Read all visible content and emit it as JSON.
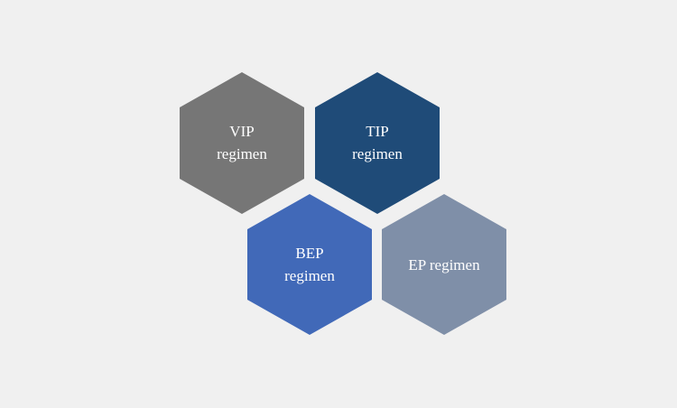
{
  "background": "#f0f0f0",
  "hexagons": [
    {
      "id": "vip",
      "lines": [
        "VIP",
        "regimen"
      ],
      "color": "#767676"
    },
    {
      "id": "tip",
      "lines": [
        "TIP",
        "regimen"
      ],
      "color": "#1f4b78"
    },
    {
      "id": "bep",
      "lines": [
        "BEP",
        "regimen"
      ],
      "color": "#4169b8"
    },
    {
      "id": "ep",
      "lines": [
        "EP regimen"
      ],
      "color": "#7f8fa8"
    }
  ]
}
